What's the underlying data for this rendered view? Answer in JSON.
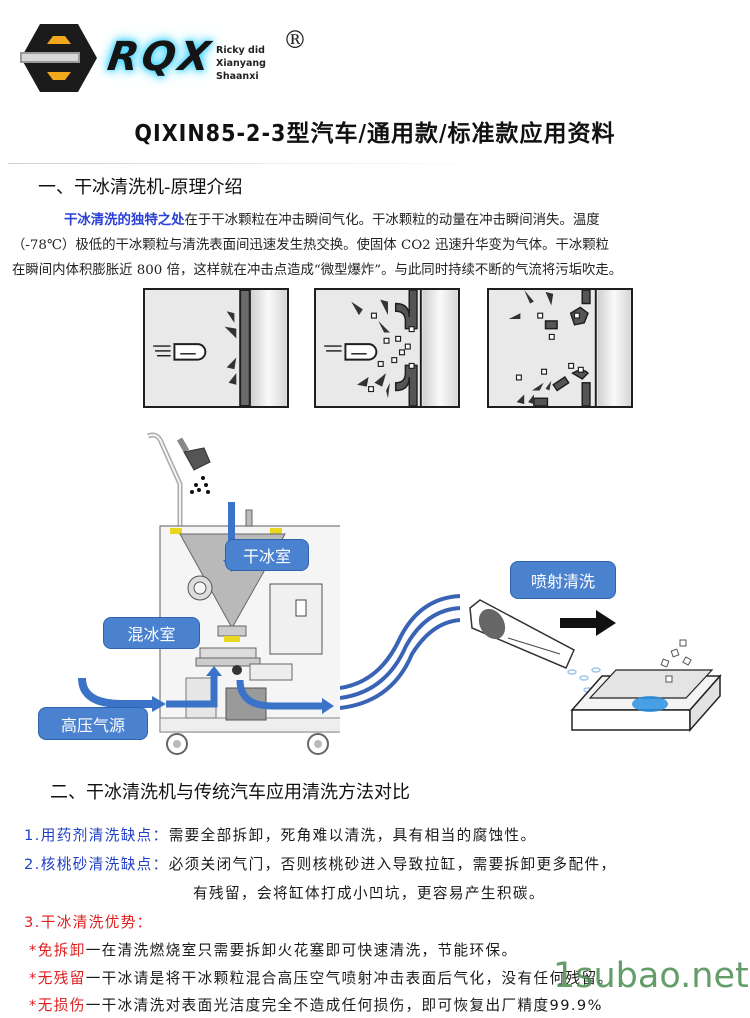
{
  "header": {
    "brand": "RQX",
    "brand_sub": [
      "Ricky did",
      "Xianyang",
      "Shaanxi"
    ],
    "registered_mark": "®",
    "colors": {
      "logo_dark": "#1b1b1b",
      "logo_yellow": "#f2a81c",
      "logo_glow": "#4fd8ff"
    }
  },
  "title": "QIXIN85-2-3型汽车/通用款/标准款应用资料",
  "section1": {
    "heading": "一、干冰清洗机-原理介绍",
    "intro_highlight": "干冰清洗的独特之处",
    "intro_line1_rest": "在于干冰颗粒在冲击瞬间气化。干冰颗粒的动量在冲击瞬间消失。温度",
    "intro_line2": "（-78℃）极低的干冰颗粒与清洗表面间迅速发生热交换。使固体 CO2 迅速升华变为气体。干冰颗粒",
    "intro_line3": "在瞬间内体积膨胀近 800 倍，这样就在冲击点造成“微型爆炸”。与此同时持续不断的气流将污垢吹走。",
    "panels": [
      "impact-before",
      "impact-moment",
      "impact-after"
    ]
  },
  "diagram": {
    "labels": {
      "dry_ice_chamber": "干冰室",
      "mixing_chamber": "混冰室",
      "air_source": "高压气源",
      "spray_clean": "喷射清洗"
    },
    "colors": {
      "callout": "#4a82d0",
      "flow_arrow": "#3b73c8"
    }
  },
  "section2": {
    "heading": "二、干冰清洗机与传统汽车应用清洗方法对比",
    "items": [
      {
        "label": "1.用药剂清洗缺点：",
        "text": "需要全部拆卸，死角难以清洗，具有相当的腐蚀性。"
      },
      {
        "label": "2.核桃砂清洗缺点：",
        "text": "必须关闭气门，否则核桃砂进入导致拉缸，需要拆卸更多配件，",
        "text_cont": "有残留，会将缸体打成小凹坑，更容易产生积碳。"
      }
    ],
    "advantages_heading": "3.干冰清洗优势：",
    "advantages": [
      {
        "bullet": "*",
        "label": "免拆卸",
        "text": "一在清洗燃烧室只需要拆卸火花塞即可快速清洗，节能环保。"
      },
      {
        "bullet": "*",
        "label": "无残留",
        "text": "一干冰请是将干冰颗粒混合高压空气喷射冲击表面后气化，没有任何残留。"
      },
      {
        "bullet": "*",
        "label": "无损伤",
        "text": "一干冰清洗对表面光洁度完全不造成任何损伤，即可恢复出厂精度99.9%"
      }
    ],
    "colors": {
      "label_blue": "#1f3fc4",
      "label_red": "#e01e1e"
    }
  },
  "watermark": "1subao.net"
}
